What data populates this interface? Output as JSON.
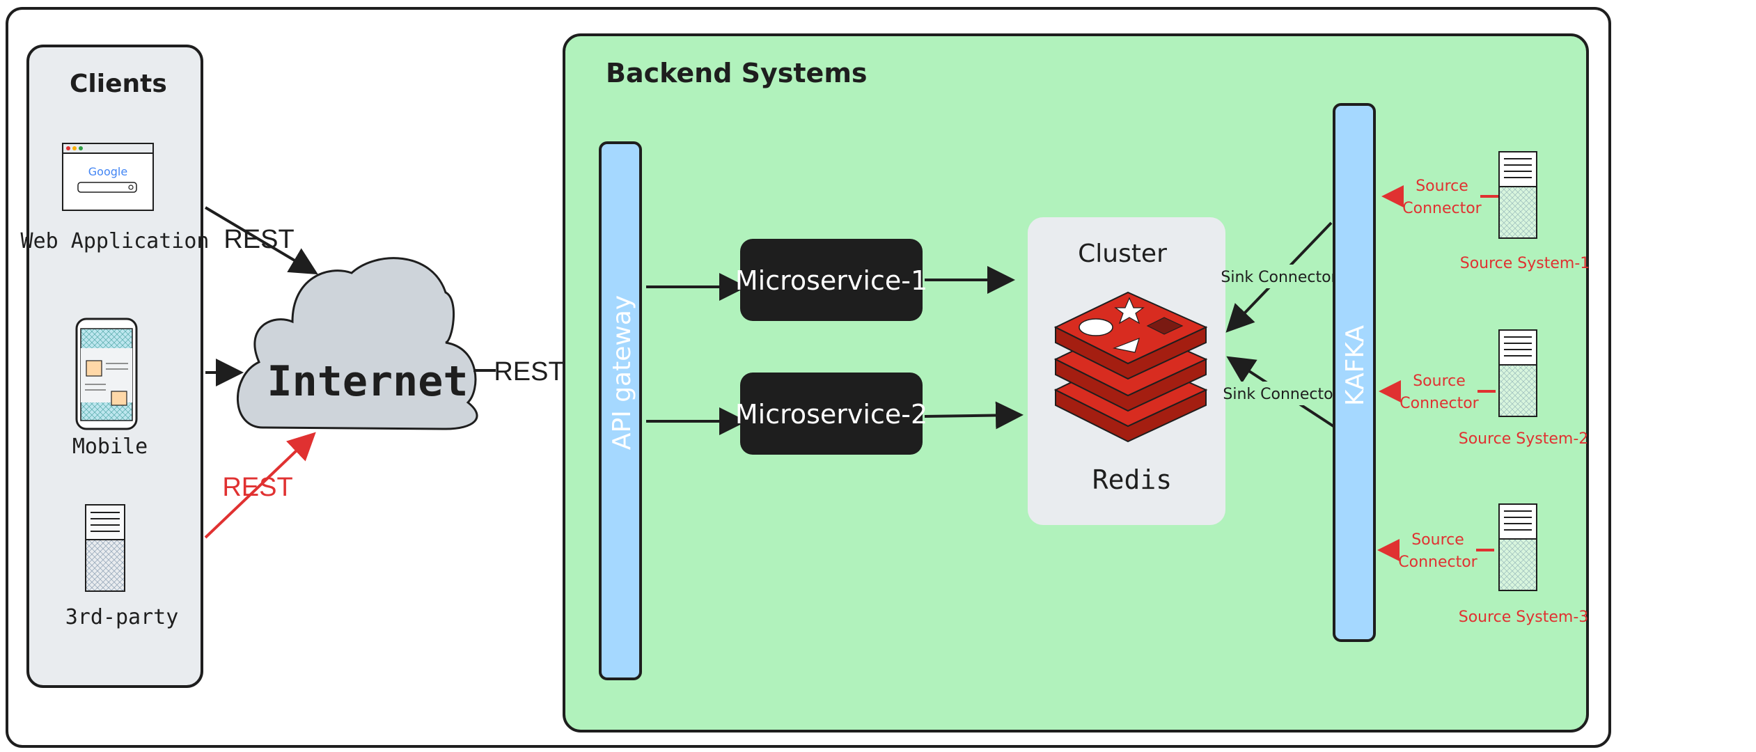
{
  "clients": {
    "title": "Clients",
    "web_label": "Web Application",
    "mobile_label": "Mobile",
    "third_party_label": "3rd-party",
    "google_text": "Google"
  },
  "internet": {
    "label": "Internet",
    "rest_web": "REST",
    "rest_third": "REST",
    "rest_out": "REST"
  },
  "backend": {
    "title": "Backend Systems",
    "api_gateway": "API gateway",
    "microservice_1": "Microservice-1",
    "microservice_2": "Microservice-2",
    "cluster_label": "Cluster",
    "redis_label": "Redis",
    "sink_connector_1": "Sink Connector",
    "sink_connector_2": "Sink Connector",
    "kafka": "KAFKA",
    "sources": [
      {
        "connector_line1": "Source",
        "connector_line2": "Connector",
        "label": "Source System-1"
      },
      {
        "connector_line1": "Source",
        "connector_line2": "Connector",
        "label": "Source System-2"
      },
      {
        "connector_line1": "Source",
        "connector_line2": "Connector",
        "label": "Source System-3"
      }
    ]
  },
  "colors": {
    "backend_bg": "#b1f2bc",
    "clients_bg": "#e9ecef",
    "gateway_bg": "#a5d8ff",
    "microservice_bg": "#1e1e1e",
    "cloud_bg": "#ced4da",
    "redis_red": "#c92a2a",
    "source_red": "#e03131"
  }
}
